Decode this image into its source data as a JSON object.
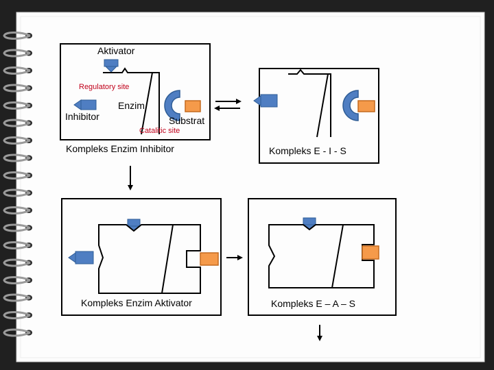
{
  "colors": {
    "paper": "#ffffff",
    "background": "#202020",
    "blue": "#4f7ec2",
    "blue_stroke": "#2f5d96",
    "orange": "#f59a4a",
    "orange_stroke": "#c46a1e",
    "red_text": "#c0001a"
  },
  "panel1": {
    "aktivator": "Aktivator",
    "regulatory": "Regulatory site",
    "enzim": "Enzim",
    "inhibitor": "Inhibitor",
    "substrat": "Substrat",
    "catalitic": "Catalitic site",
    "caption": "Kompleks Enzim Inhibitor"
  },
  "panel2": {
    "caption": "Kompleks E - I - S"
  },
  "panel3": {
    "caption": "Kompleks Enzim Aktivator"
  },
  "panel4": {
    "caption": "Kompleks E – A – S"
  }
}
